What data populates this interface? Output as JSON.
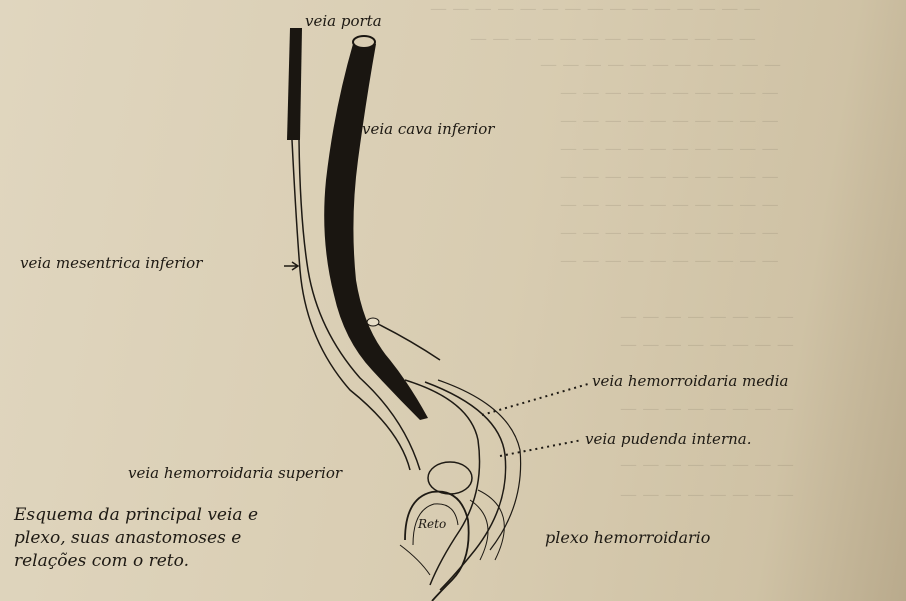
{
  "labels": {
    "vein_portal": "veia porta",
    "vena_cava_inferior": "veia cava inferior",
    "inferior_mesenteric": "veia mesentrica inferior",
    "middle_hemorrhoidal": "veia hemorroidaria media",
    "internal_pudendal": "veia pudenda interna.",
    "superior_hemorrhoidal": "veia hemorroidaria superior",
    "rectum": "Reto",
    "hemorrhoidal_plexus": "plexo hemorroidario"
  },
  "caption": "Esquema da principal veia e\nplexo, suas anastomoses e\nrelações com o reto.",
  "colors": {
    "ink": "#1e1a14",
    "paper": "#d9cdb3"
  }
}
